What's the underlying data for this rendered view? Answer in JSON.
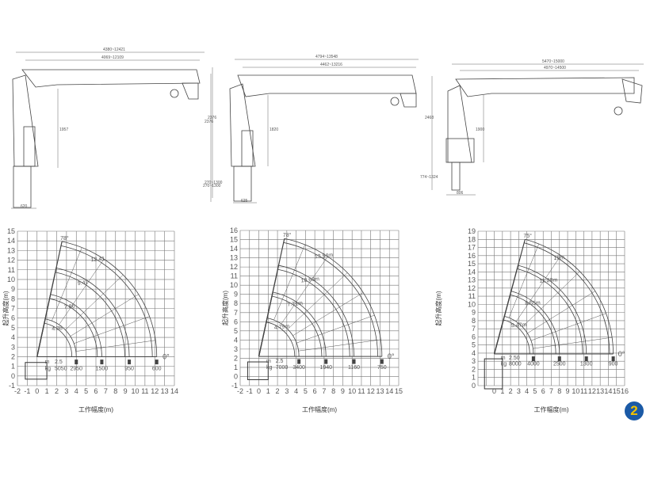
{
  "page_number": "2",
  "colors": {
    "badge": "#1b5aa6",
    "badge_text": "#f2c200",
    "lines": "#444444"
  },
  "drawings": [
    {
      "outer_length": "4380~12421",
      "inner_length": "4069~12109",
      "height": "2376",
      "boom_height": "1957",
      "leg_extension": "270~1300",
      "base_width": "620"
    },
    {
      "outer_length": "4794~13548",
      "inner_length": "4462~13216",
      "height": "2376",
      "boom_height": "1820",
      "leg_extension": "270~1300",
      "base_width": "625"
    },
    {
      "outer_length": "5470~15000",
      "inner_length": "4970~14500",
      "height": "2468",
      "boom_height": "1900",
      "leg_extension": "774~1324",
      "base_width": "806"
    }
  ],
  "chart_data": [
    {
      "type": "line",
      "xlabel": "工作幅度(m)",
      "ylabel": "起升高度(m)",
      "xlim": [
        -2,
        14
      ],
      "ylim": [
        -1,
        15
      ],
      "grid": true,
      "max_angle": "78°",
      "min_angle": "0°",
      "pivot": [
        0,
        2
      ],
      "booms": [
        {
          "label": "4.38",
          "radius": 4.0,
          "load_kg": "2950"
        },
        {
          "label": "7.86",
          "radius": 6.6,
          "load_kg": "1500"
        },
        {
          "label": "9.47",
          "radius": 9.4,
          "load_kg": "950"
        },
        {
          "label": "12.41",
          "radius": 12.2,
          "load_kg": "600"
        }
      ],
      "base": {
        "m_label": "m",
        "m_value": "2.5",
        "kg_label": "kg",
        "kg_value": "5050"
      }
    },
    {
      "type": "line",
      "xlabel": "工作幅度(m)",
      "ylabel": "起升高度(m)",
      "xlim": [
        -2,
        15
      ],
      "ylim": [
        -1,
        16
      ],
      "grid": true,
      "max_angle": "78°",
      "min_angle": "0°",
      "pivot": [
        0,
        2.2
      ],
      "booms": [
        {
          "label": "4.79m",
          "radius": 4.3,
          "load_kg": "3400"
        },
        {
          "label": "7.71m",
          "radius": 7.2,
          "load_kg": "1940"
        },
        {
          "label": "10.63m",
          "radius": 10.2,
          "load_kg": "1160"
        },
        {
          "label": "13.54m",
          "radius": 13.2,
          "load_kg": "750"
        }
      ],
      "base": {
        "m_label": "m",
        "m_value": "2.5",
        "kg_label": "kg",
        "kg_value": "7000"
      }
    },
    {
      "type": "line",
      "xlabel": "工作幅度(m)",
      "ylabel": "起升高度(m)",
      "xlim": [
        -2,
        16
      ],
      "ylim": [
        0,
        19
      ],
      "grid": true,
      "max_angle": "75°",
      "min_angle": "0°",
      "pivot": [
        0,
        3.9
      ],
      "booms": [
        {
          "label": "5.47m",
          "radius": 4.8,
          "load_kg": "4000"
        },
        {
          "label": "8.65m",
          "radius": 8.0,
          "load_kg": "2500"
        },
        {
          "label": "11.28m",
          "radius": 11.3,
          "load_kg": "1300"
        },
        {
          "label": "15m",
          "radius": 14.6,
          "load_kg": "900"
        }
      ],
      "base": {
        "m_label": "m",
        "m_value": "2.50",
        "kg_label": "kg",
        "kg_value": "8000"
      }
    }
  ]
}
